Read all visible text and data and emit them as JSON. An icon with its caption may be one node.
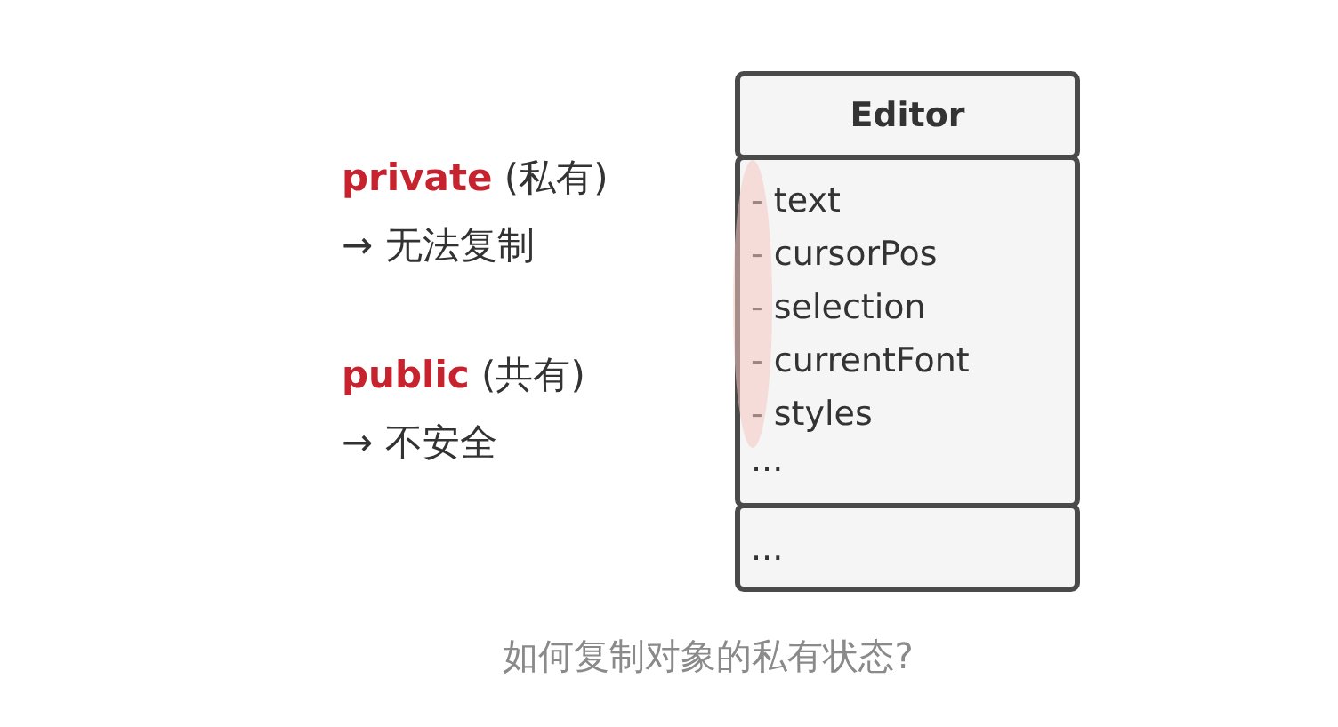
{
  "diagram": {
    "caption": "如何复制对象的私有状态?",
    "nodes": [
      {
        "text": [
          "Editor"
        ]
      },
      {
        "text": [
          "- text",
          "- cursorPos",
          "- selection",
          "- currentFont",
          "- styles",
          "..."
        ]
      },
      {
        "text": [
          "..."
        ]
      }
    ],
    "labels": [
      "**private** (私有)",
      "→ 无法复制",
      "**public** (共有)",
      "→ 不安全"
    ]
  }
}
